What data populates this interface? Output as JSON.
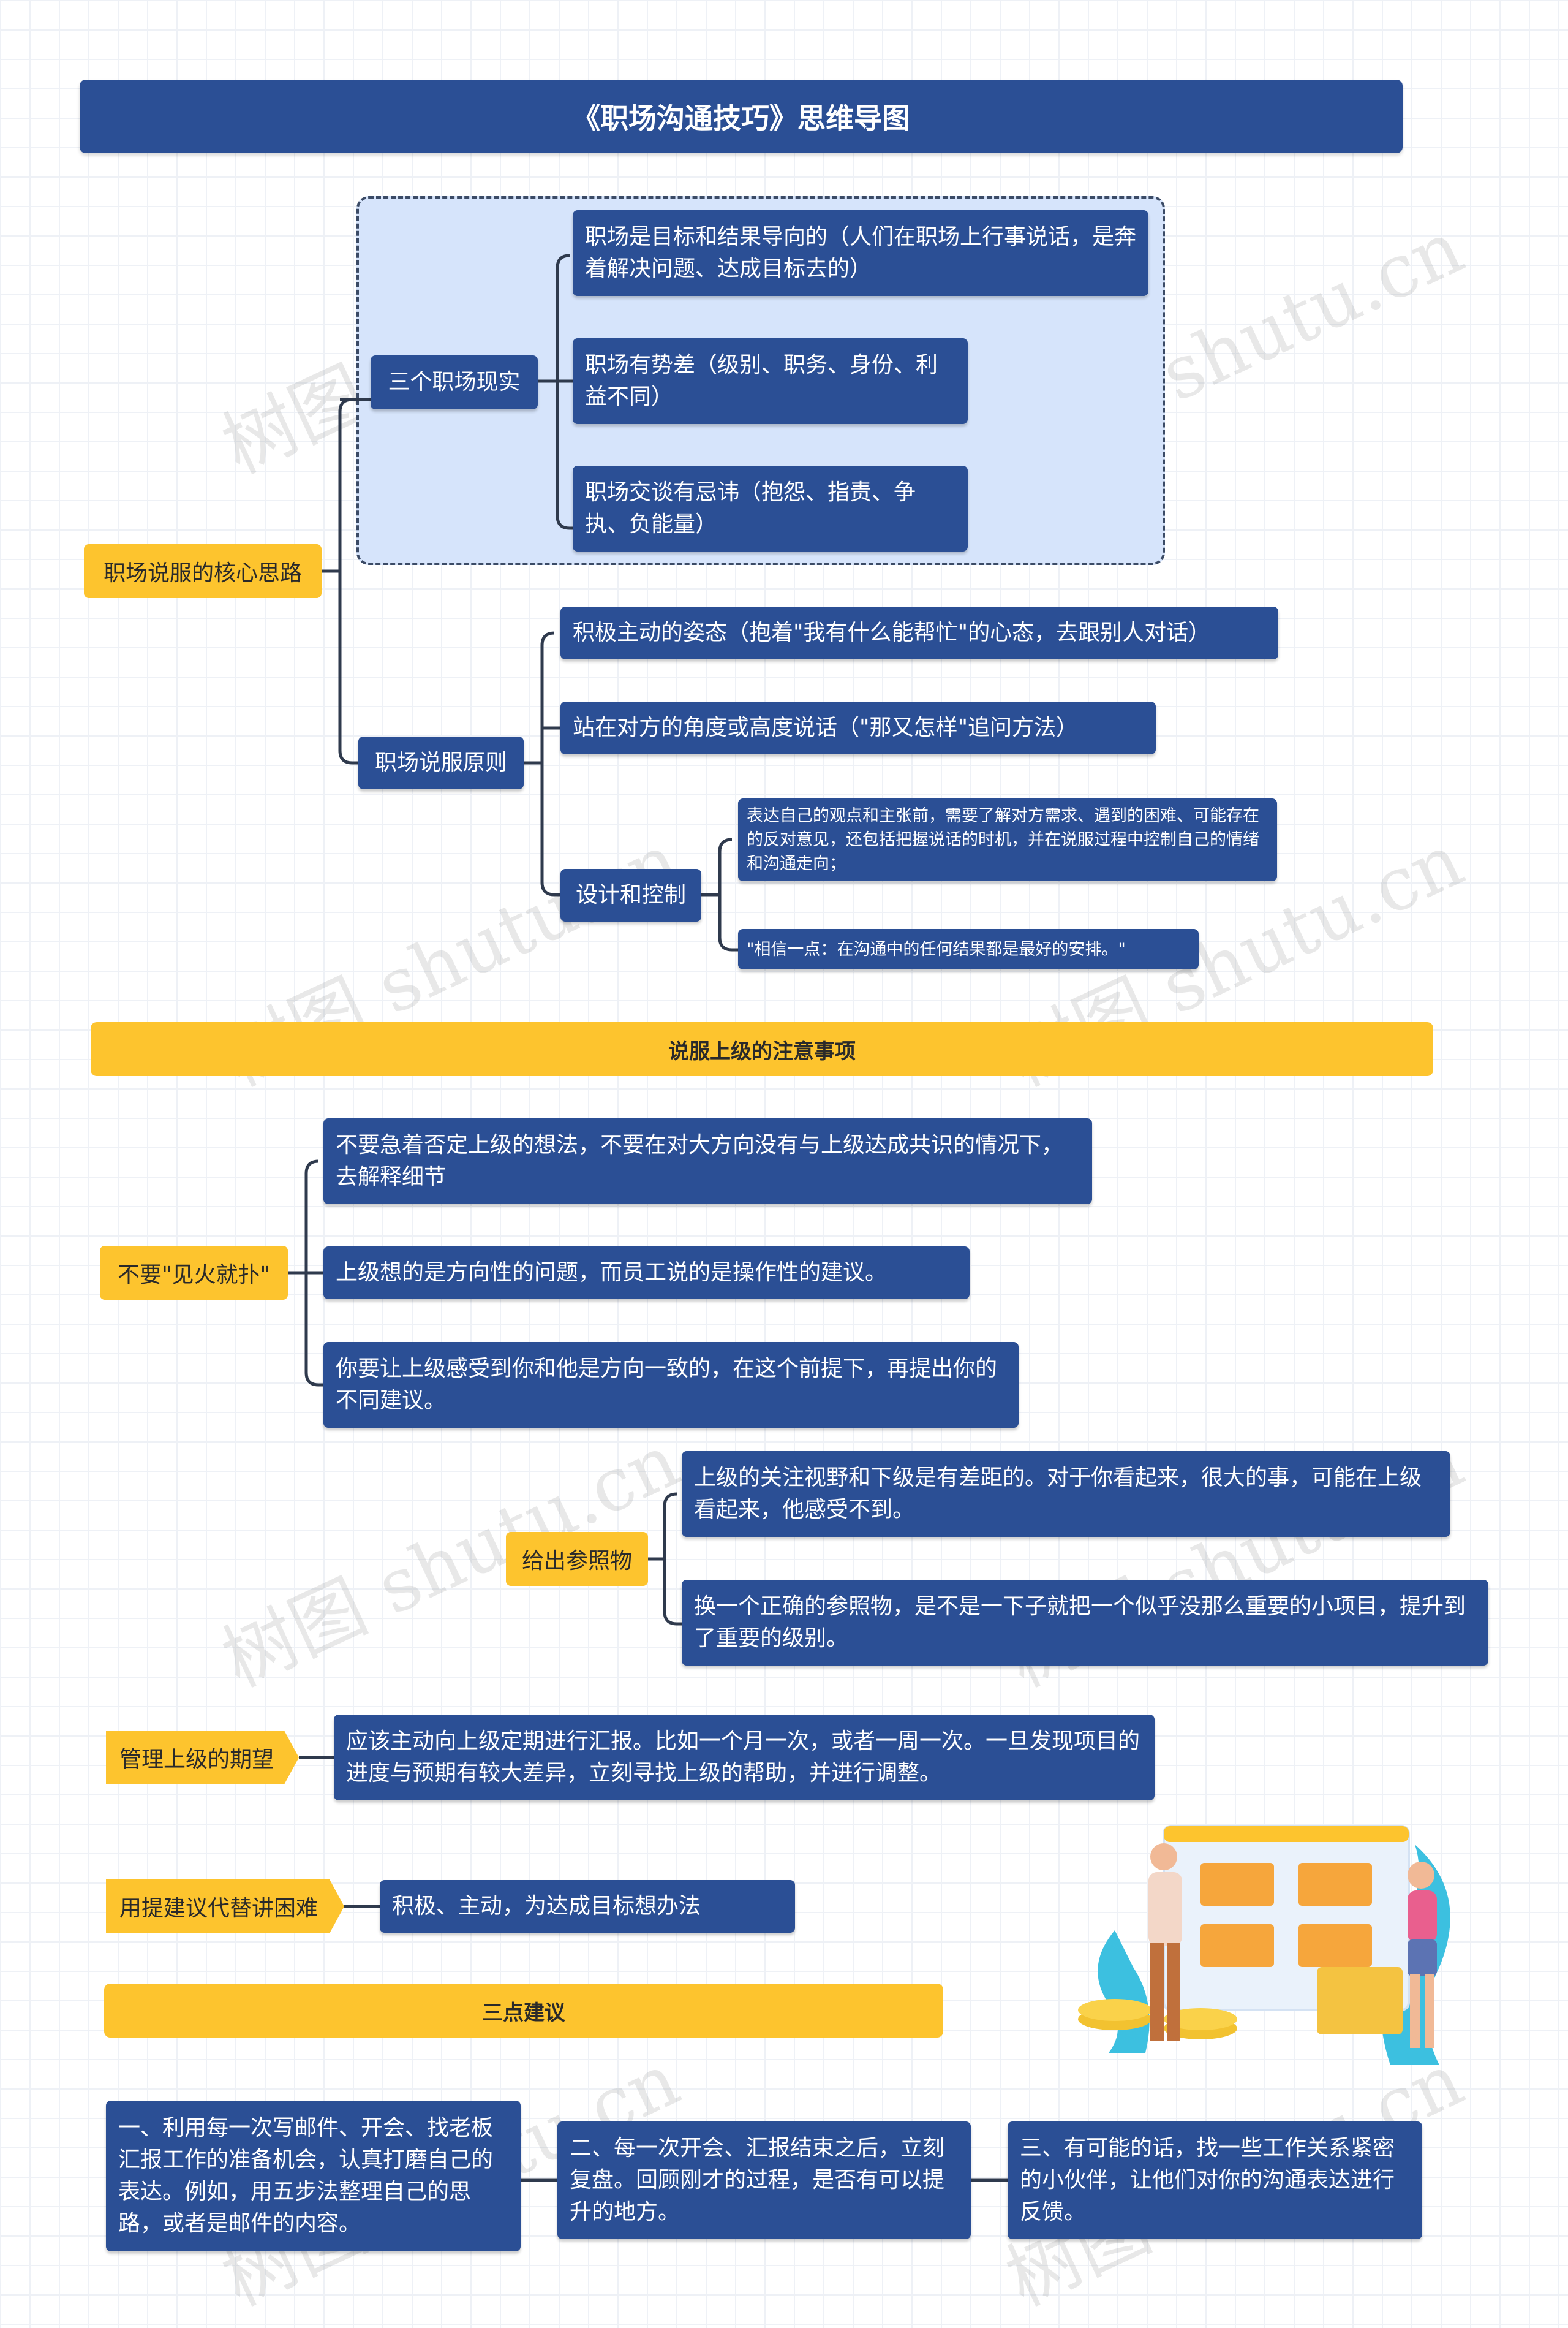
{
  "title": "《职场沟通技巧》思维导图",
  "watermark": "树图 shutu.cn",
  "section1": {
    "root": "职场说服的核心思路",
    "reality": {
      "label": "三个职场现实",
      "items": [
        "职场是目标和结果导向的（人们在职场上行事说话，是奔着解决问题、达成目标去的）",
        "职场有势差（级别、职务、身份、利益不同）",
        "职场交谈有忌讳（抱怨、指责、争执、负能量）"
      ]
    },
    "principles": {
      "label": "职场说服原则",
      "items": [
        "积极主动的姿态（抱着\"我有什么能帮忙\"的心态，去跟别人对话）",
        "站在对方的角度或高度说话（\"那又怎样\"追问方法）"
      ],
      "design": {
        "label": "设计和控制",
        "items": [
          "表达自己的观点和主张前，需要了解对方需求、遇到的困难、可能存在的反对意见，还包括把握说话的时机，并在说服过程中控制自己的情绪和沟通走向；",
          "\"相信一点：在沟通中的任何结果都是最好的安排。\""
        ]
      }
    }
  },
  "section2": {
    "heading": "说服上级的注意事项",
    "no_rush": {
      "label": "不要\"见火就扑\"",
      "items": [
        "不要急着否定上级的想法，不要在对大方向没有与上级达成共识的情况下，去解释细节",
        "上级想的是方向性的问题，而员工说的是操作性的建议。",
        "你要让上级感受到你和他是方向一致的，在这个前提下，再提出你的不同建议。"
      ]
    },
    "reference": {
      "label": "给出参照物",
      "items": [
        "上级的关注视野和下级是有差距的。对于你看起来，很大的事，可能在上级看起来，他感受不到。",
        "换一个正确的参照物，是不是一下子就把一个似乎没那么重要的小项目，提升到了重要的级别。"
      ]
    },
    "expectation": {
      "label": "管理上级的期望",
      "text": "应该主动向上级定期进行汇报。比如一个月一次，或者一周一次。一旦发现项目的进度与预期有较大差异，立刻寻找上级的帮助，并进行调整。"
    },
    "suggest": {
      "label": "用提建议代替讲困难",
      "text": "积极、主动，为达成目标想办法"
    }
  },
  "section3": {
    "heading": "三点建议",
    "items": [
      "一、利用每一次写邮件、开会、找老板汇报工作的准备机会，认真打磨自己的表达。例如，用五步法整理自己的思路，或者是邮件的内容。",
      "二、每一次开会、汇报结束之后，立刻复盘。回顾刚才的过程，是否有可以提升的地方。",
      "三、有可能的话，找一些工作关系紧密的小伙伴，让他们对你的沟通表达进行反馈。"
    ]
  },
  "colors": {
    "node_blue": "#2b4f95",
    "accent_yellow": "#fdc42e",
    "group_fill": "#d6e4fb",
    "connector": "#2f3a4d"
  }
}
